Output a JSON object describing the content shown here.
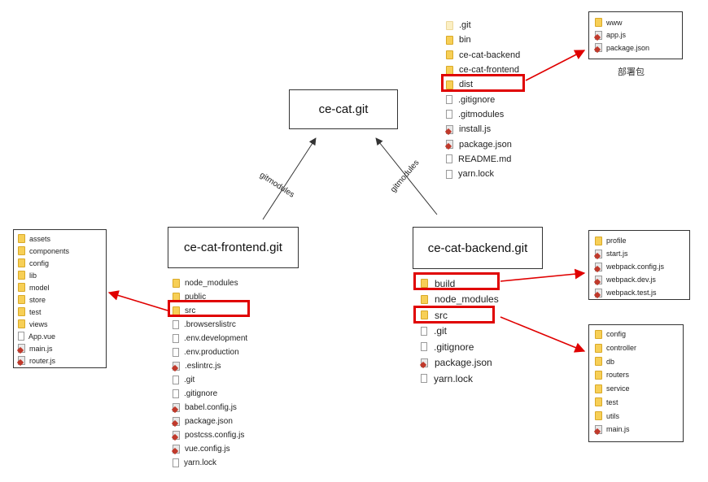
{
  "root_repo": {
    "name": "ce-cat.git"
  },
  "frontend_repo": {
    "name": "ce-cat-frontend.git"
  },
  "backend_repo": {
    "name": "ce-cat-backend.git"
  },
  "edge_labels": {
    "left": "gitmodules",
    "right": "gitmodules"
  },
  "deploy_label": "部署包",
  "root_files": [
    {
      "name": ".git",
      "type": "folder-faint"
    },
    {
      "name": "bin",
      "type": "folder"
    },
    {
      "name": "ce-cat-backend",
      "type": "folder"
    },
    {
      "name": "ce-cat-frontend",
      "type": "folder"
    },
    {
      "name": "dist",
      "type": "folder"
    },
    {
      "name": ".gitignore",
      "type": "file"
    },
    {
      "name": ".gitmodules",
      "type": "file"
    },
    {
      "name": "install.js",
      "type": "js"
    },
    {
      "name": "package.json",
      "type": "js"
    },
    {
      "name": "README.md",
      "type": "file"
    },
    {
      "name": "yarn.lock",
      "type": "file"
    }
  ],
  "dist_contents": [
    {
      "name": "www",
      "type": "folder"
    },
    {
      "name": "app.js",
      "type": "js"
    },
    {
      "name": "package.json",
      "type": "js"
    }
  ],
  "frontend_files": [
    {
      "name": "node_modules",
      "type": "folder"
    },
    {
      "name": "public",
      "type": "folder"
    },
    {
      "name": "src",
      "type": "folder"
    },
    {
      "name": ".browserslistrc",
      "type": "file"
    },
    {
      "name": ".env.development",
      "type": "file"
    },
    {
      "name": ".env.production",
      "type": "file"
    },
    {
      "name": ".eslintrc.js",
      "type": "js"
    },
    {
      "name": ".git",
      "type": "file"
    },
    {
      "name": ".gitignore",
      "type": "file"
    },
    {
      "name": "babel.config.js",
      "type": "js"
    },
    {
      "name": "package.json",
      "type": "js"
    },
    {
      "name": "postcss.config.js",
      "type": "js"
    },
    {
      "name": "vue.config.js",
      "type": "js"
    },
    {
      "name": "yarn.lock",
      "type": "file"
    }
  ],
  "frontend_src": [
    {
      "name": "assets",
      "type": "folder"
    },
    {
      "name": "components",
      "type": "folder"
    },
    {
      "name": "config",
      "type": "folder"
    },
    {
      "name": "lib",
      "type": "folder"
    },
    {
      "name": "model",
      "type": "folder"
    },
    {
      "name": "store",
      "type": "folder"
    },
    {
      "name": "test",
      "type": "folder"
    },
    {
      "name": "views",
      "type": "folder"
    },
    {
      "name": "App.vue",
      "type": "file"
    },
    {
      "name": "main.js",
      "type": "js"
    },
    {
      "name": "router.js",
      "type": "js"
    }
  ],
  "backend_files": [
    {
      "name": "build",
      "type": "folder"
    },
    {
      "name": "node_modules",
      "type": "folder"
    },
    {
      "name": "src",
      "type": "folder"
    },
    {
      "name": ".git",
      "type": "file"
    },
    {
      "name": ".gitignore",
      "type": "file"
    },
    {
      "name": "package.json",
      "type": "js"
    },
    {
      "name": "yarn.lock",
      "type": "file"
    }
  ],
  "backend_build": [
    {
      "name": "profile",
      "type": "folder"
    },
    {
      "name": "start.js",
      "type": "js"
    },
    {
      "name": "webpack.config.js",
      "type": "js"
    },
    {
      "name": "webpack.dev.js",
      "type": "js"
    },
    {
      "name": "webpack.test.js",
      "type": "js"
    }
  ],
  "backend_src": [
    {
      "name": "config",
      "type": "folder"
    },
    {
      "name": "controller",
      "type": "folder"
    },
    {
      "name": "db",
      "type": "folder"
    },
    {
      "name": "routers",
      "type": "folder"
    },
    {
      "name": "service",
      "type": "folder"
    },
    {
      "name": "test",
      "type": "folder"
    },
    {
      "name": "utils",
      "type": "folder"
    },
    {
      "name": "main.js",
      "type": "js"
    }
  ],
  "colors": {
    "highlight": "#e00000",
    "connector": "#333333",
    "folder": "#f7cf56"
  }
}
